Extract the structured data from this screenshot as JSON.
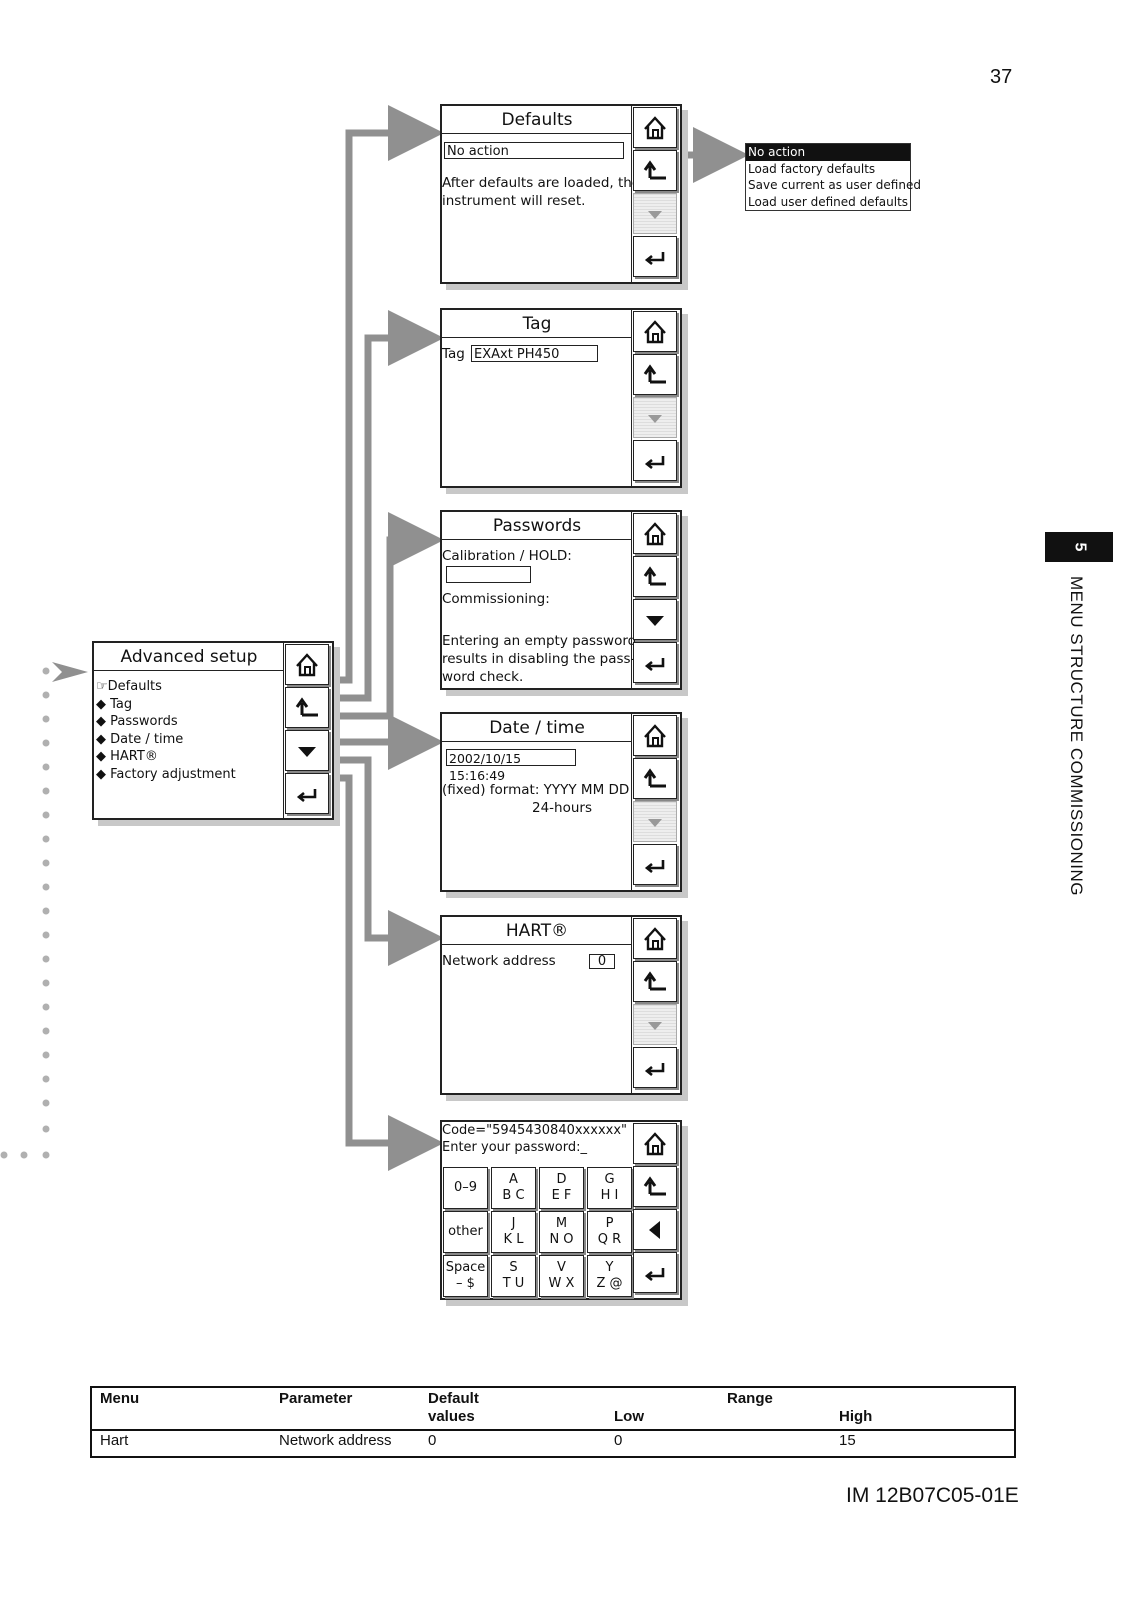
{
  "page": {
    "number": "37",
    "doc_code": "IM 12B07C05-01E"
  },
  "side_tab": {
    "number": "5",
    "text": "MENU STRUCTURE COMMISSIONING"
  },
  "advanced_setup": {
    "title": "Advanced setup",
    "items": [
      "Defaults",
      "Tag",
      "Passwords",
      "Date / time",
      "HART®",
      "Factory adjustment"
    ]
  },
  "defaults_screen": {
    "title": "Defaults",
    "value": "No action",
    "note_line1": "After defaults are loaded, the",
    "note_line2": "instrument will reset."
  },
  "defaults_options": [
    "No action",
    "Load factory defaults",
    "Save current as user defined",
    "Load user defined defaults"
  ],
  "tag_screen": {
    "title": "Tag",
    "label": "Tag",
    "value": "EXAxt PH450"
  },
  "passwords_screen": {
    "title": "Passwords",
    "calibration_label": "Calibration / HOLD:",
    "commissioning_label": "Commissioning:",
    "note_line1": "Entering an empty password",
    "note_line2": "results in disabling the pass-",
    "note_line3": "word check."
  },
  "datetime_screen": {
    "title": "Date / time",
    "value": "2002/10/15 15:16:49",
    "format_line1": "(fixed) format: YYYY MM DD",
    "format_line2": "24-hours"
  },
  "hart_screen": {
    "title": "HART®",
    "label": "Network address",
    "value": "0"
  },
  "password_entry": {
    "code_line": "Code=\"5945430840xxxxxx\"",
    "prompt": "Enter your password:_",
    "keys": [
      {
        "top": "",
        "bottom": "0–9"
      },
      {
        "top": "A",
        "bottom": "B C"
      },
      {
        "top": "D",
        "bottom": "E F"
      },
      {
        "top": "G",
        "bottom": "H I"
      },
      {
        "top": "",
        "bottom": "other"
      },
      {
        "top": "J",
        "bottom": "K L"
      },
      {
        "top": "M",
        "bottom": "N O"
      },
      {
        "top": "P",
        "bottom": "Q R"
      },
      {
        "top": "Space",
        "bottom": "– $"
      },
      {
        "top": "S",
        "bottom": "T U"
      },
      {
        "top": "V",
        "bottom": "W X"
      },
      {
        "top": "Y",
        "bottom": "Z @"
      }
    ]
  },
  "enter_label": "Enter",
  "table": {
    "headers": {
      "menu": "Menu",
      "parameter": "Parameter",
      "default_line1": "Default",
      "default_line2": "values",
      "range": "Range",
      "low": "Low",
      "high": "High"
    },
    "rows": [
      {
        "menu": "Hart",
        "parameter": "Network address",
        "default": "0",
        "low": "0",
        "high": "15"
      }
    ]
  }
}
